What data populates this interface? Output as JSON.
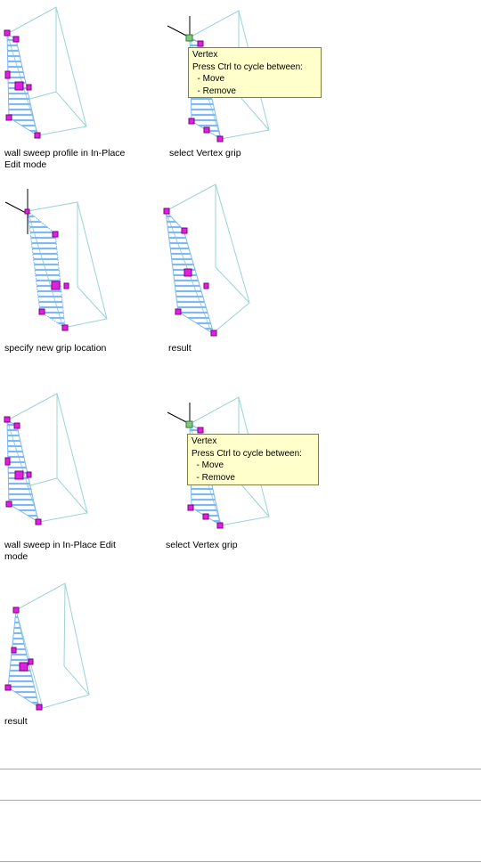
{
  "captions": {
    "step1": "wall sweep profile in In-Place\nEdit mode",
    "step2": "select Vertex grip",
    "step3": "specify new grip location",
    "step4": "result",
    "step5": "wall sweep in In-Place Edit\nmode",
    "step6": "select Vertex grip",
    "step7": "result"
  },
  "tooltip": {
    "title": "Vertex",
    "line1": "Press Ctrl to cycle between:",
    "opt1": "  - Move",
    "opt2": "  - Remove"
  },
  "colors": {
    "outline": "#9ad4d4",
    "hatch": "#7fb8f2",
    "grip": "#e020e0",
    "grip_border": "#800080",
    "selected_grip": "#7fc97f",
    "tooltip_bg": "#ffffcc"
  }
}
